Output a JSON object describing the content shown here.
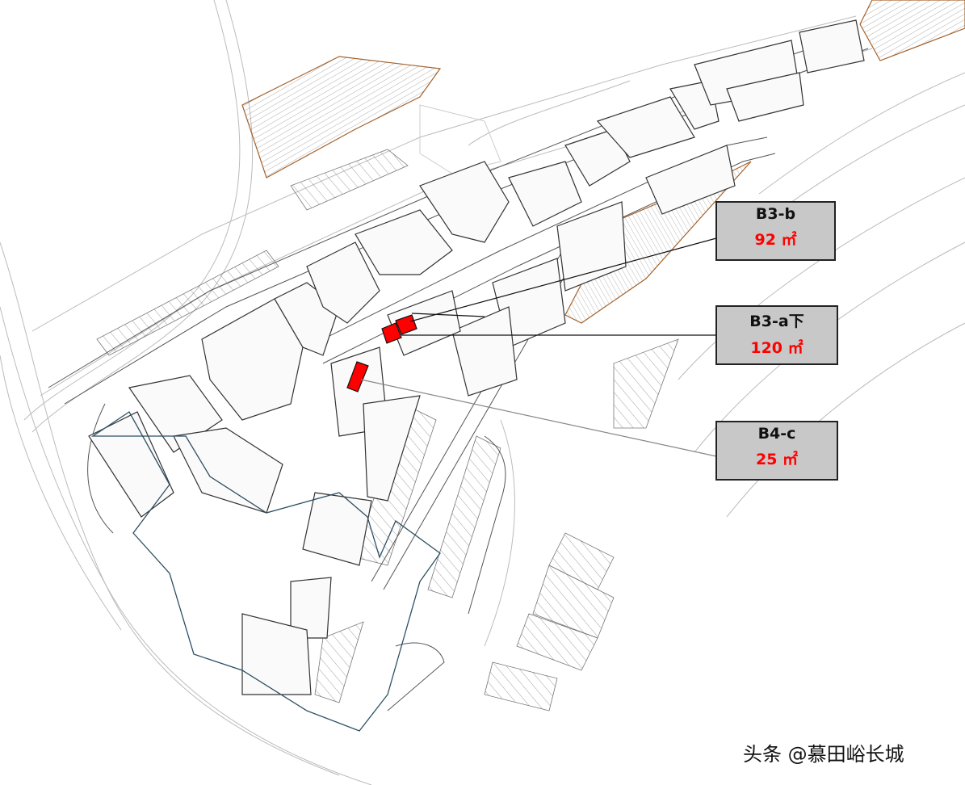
{
  "map": {
    "callouts": [
      {
        "code": "B3-b",
        "area": "92 ㎡"
      },
      {
        "code": "B3-a下",
        "area": "120 ㎡"
      },
      {
        "code": "B4-c",
        "area": "25 ㎡"
      }
    ],
    "highlight_color": "#ff0000",
    "callout_fill": "#c8c8c8"
  },
  "watermark": "头条 @慕田峪长城"
}
